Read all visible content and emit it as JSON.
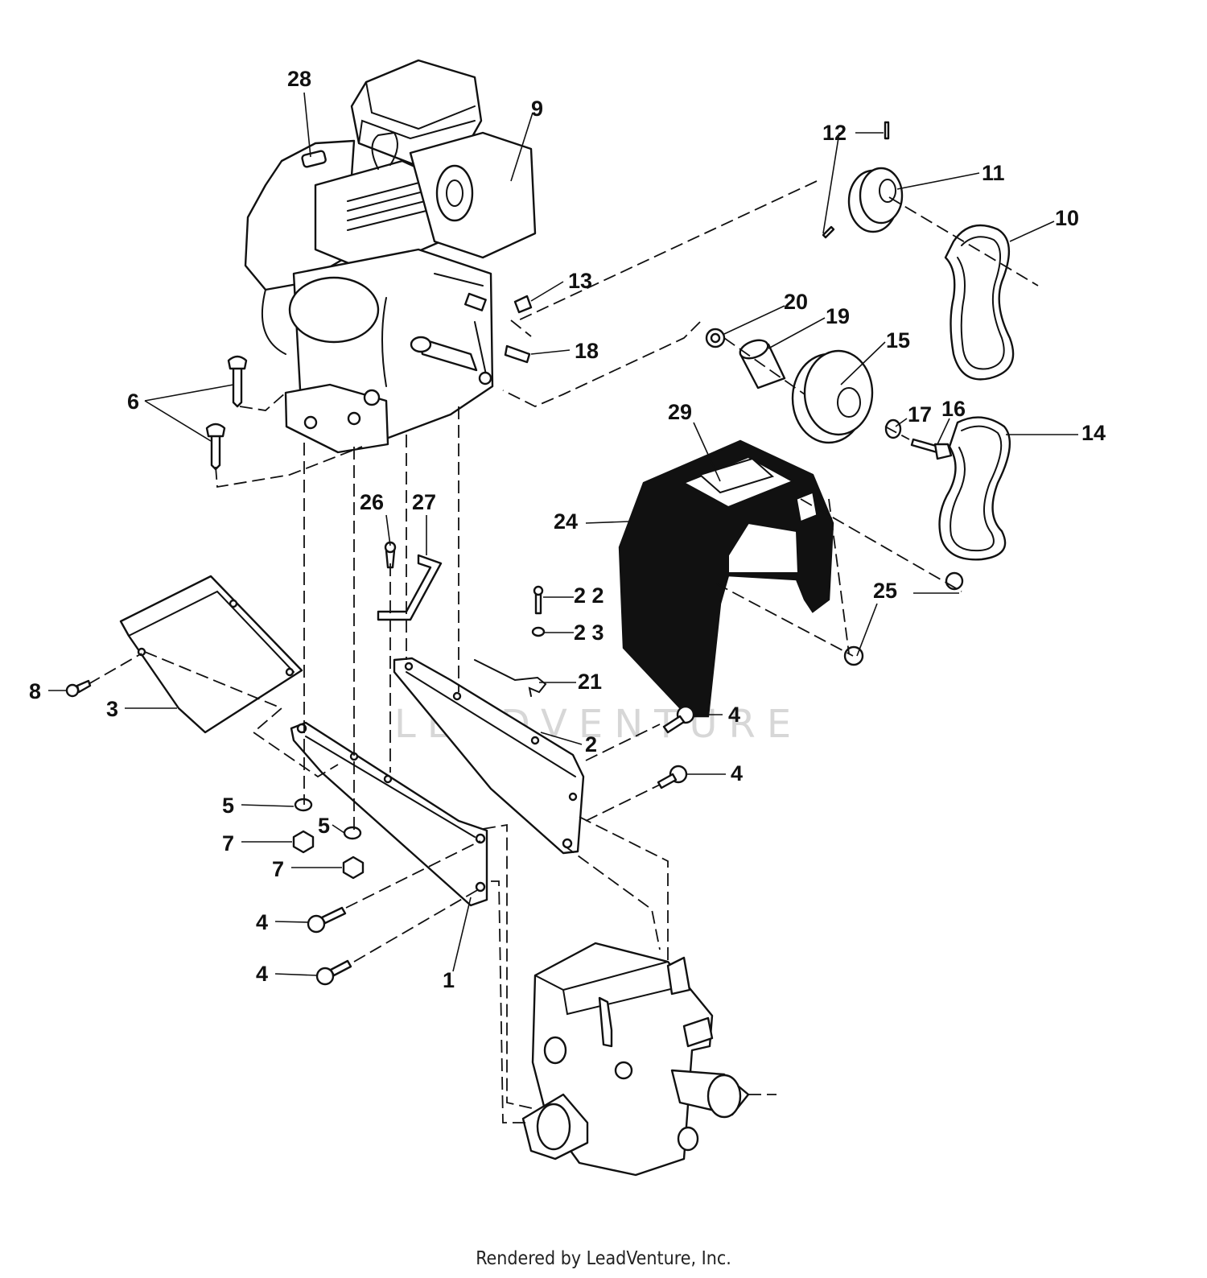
{
  "watermark": "LEADVENTURE",
  "footer": "Rendered by LeadVenture, Inc.",
  "callouts": [
    {
      "id": "c28",
      "label": "28"
    },
    {
      "id": "c9",
      "label": "9"
    },
    {
      "id": "c12",
      "label": "12"
    },
    {
      "id": "c11",
      "label": "11"
    },
    {
      "id": "c10",
      "label": "10"
    },
    {
      "id": "c13",
      "label": "13"
    },
    {
      "id": "c20",
      "label": "20"
    },
    {
      "id": "c19",
      "label": "19"
    },
    {
      "id": "c15",
      "label": "15"
    },
    {
      "id": "c18",
      "label": "18"
    },
    {
      "id": "c6",
      "label": "6"
    },
    {
      "id": "c29",
      "label": "29"
    },
    {
      "id": "c17",
      "label": "17"
    },
    {
      "id": "c16",
      "label": "16"
    },
    {
      "id": "c14",
      "label": "14"
    },
    {
      "id": "c26",
      "label": "26"
    },
    {
      "id": "c27",
      "label": "27"
    },
    {
      "id": "c24",
      "label": "24"
    },
    {
      "id": "c22",
      "label": "2 2"
    },
    {
      "id": "c25",
      "label": "25"
    },
    {
      "id": "c23",
      "label": "2 3"
    },
    {
      "id": "c21",
      "label": "21"
    },
    {
      "id": "c8",
      "label": "8"
    },
    {
      "id": "c3",
      "label": "3"
    },
    {
      "id": "c4a",
      "label": "4"
    },
    {
      "id": "c2",
      "label": "2"
    },
    {
      "id": "c4b",
      "label": "4"
    },
    {
      "id": "c5a",
      "label": "5"
    },
    {
      "id": "c5b",
      "label": "5"
    },
    {
      "id": "c7a",
      "label": "7"
    },
    {
      "id": "c7b",
      "label": "7"
    },
    {
      "id": "c4c",
      "label": "4"
    },
    {
      "id": "c4d",
      "label": "4"
    },
    {
      "id": "c1",
      "label": "1"
    }
  ]
}
